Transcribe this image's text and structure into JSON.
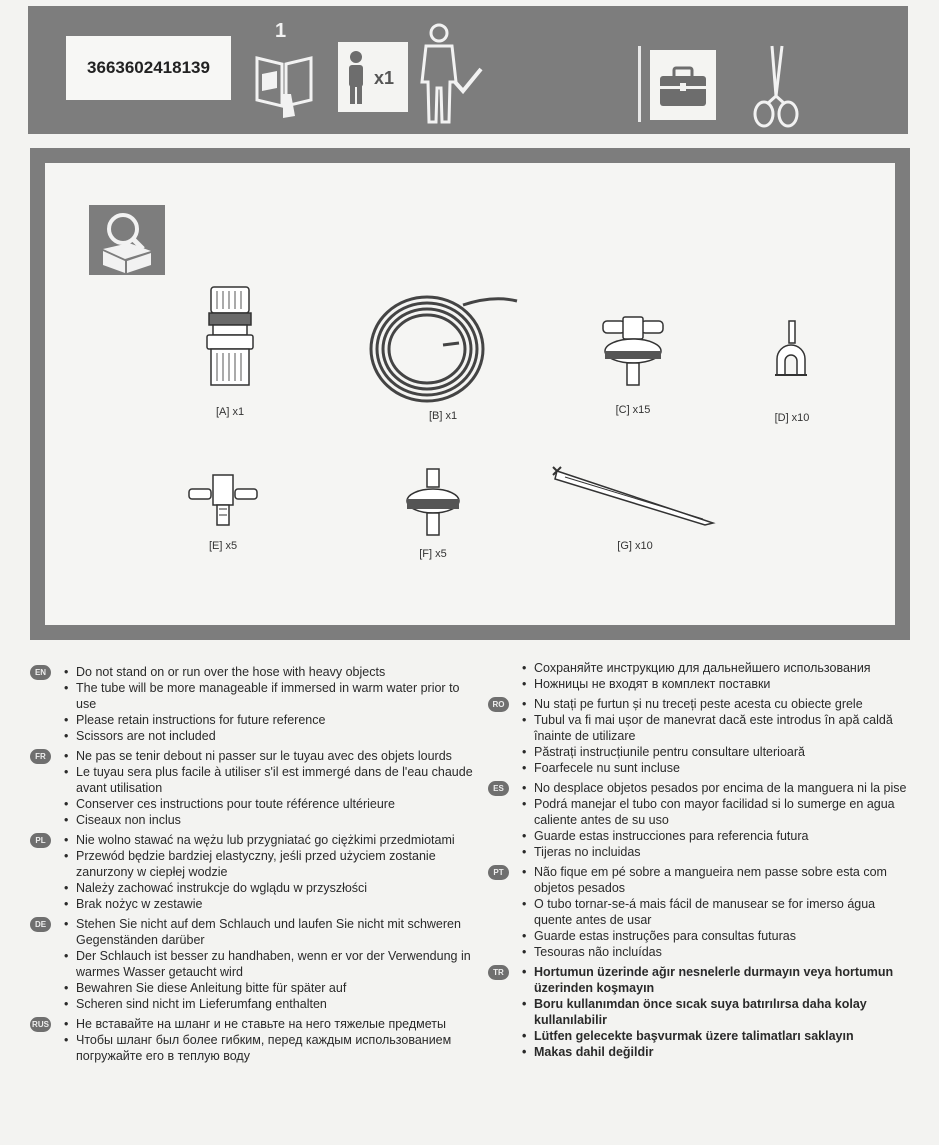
{
  "header": {
    "barcode": "3663602418139",
    "step_number": "1",
    "persons_count": "x1"
  },
  "parts": [
    {
      "label": "[A] x1",
      "icon": "hose-connector-icon"
    },
    {
      "label": "[B] x1",
      "icon": "coiled-tube-icon"
    },
    {
      "label": "[C] x15",
      "icon": "dripper-icon"
    },
    {
      "label": "[D] x10",
      "icon": "tube-clip-icon"
    },
    {
      "label": "[E] x5",
      "icon": "tee-connector-icon"
    },
    {
      "label": "[F] x5",
      "icon": "inline-dripper-icon"
    },
    {
      "label": "[G] x10",
      "icon": "ground-stake-icon"
    }
  ],
  "instructions": {
    "en": {
      "badge": "EN",
      "items": [
        "Do not stand on or run over the hose with heavy objects",
        "The tube will be more manageable if immersed in warm water prior to use",
        "Please retain instructions for future reference",
        "Scissors are not included"
      ]
    },
    "fr": {
      "badge": "FR",
      "items": [
        "Ne pas se tenir debout ni passer sur le tuyau avec des objets lourds",
        "Le tuyau sera plus facile à utiliser s'il est immergé dans de l'eau chaude avant utilisation",
        "Conserver ces instructions pour toute référence ultérieure",
        "Ciseaux non inclus"
      ]
    },
    "pl": {
      "badge": "PL",
      "items": [
        "Nie wolno stawać na wężu lub przygniatać go ciężkimi przedmiotami",
        "Przewód będzie bardziej elastyczny, jeśli przed użyciem zostanie zanurzony w ciepłej wodzie",
        "Należy zachować instrukcje do wglądu w przyszłości",
        "Brak nożyc w zestawie"
      ]
    },
    "de": {
      "badge": "DE",
      "items": [
        "Stehen Sie nicht auf dem Schlauch und laufen Sie nicht mit schweren Gegenständen darüber",
        "Der Schlauch ist besser zu handhaben, wenn er vor der Verwendung in warmes Wasser getaucht wird",
        "Bewahren Sie diese Anleitung bitte für später auf",
        "Scheren sind nicht im Lieferumfang enthalten"
      ]
    },
    "ru": {
      "badge": "RUS",
      "items": [
        "Не вставайте на шланг и не ставьте на него тяжелые предметы",
        "Чтобы шланг был более гибким, перед каждым использованием погружайте его в теплую воду"
      ]
    },
    "ru_cont": {
      "items": [
        "Сохраняйте инструкцию для дальнейшего использования",
        "Ножницы не входят в комплект поставки"
      ]
    },
    "ro": {
      "badge": "RO",
      "items": [
        "Nu stați pe furtun și nu treceți peste acesta cu obiecte grele",
        "Tubul va fi mai ușor de manevrat dacă este introdus în apă caldă înainte de utilizare",
        "Păstrați instrucțiunile pentru consultare ulterioară",
        "Foarfecele nu sunt incluse"
      ]
    },
    "es": {
      "badge": "ES",
      "items": [
        "No desplace objetos pesados por encima de la manguera ni la pise",
        "Podrá manejar el tubo con mayor facilidad si lo sumerge en agua caliente antes de su uso",
        "Guarde estas instrucciones para referencia futura",
        "Tijeras no incluidas"
      ]
    },
    "pt": {
      "badge": "PT",
      "items": [
        "Não fique em pé sobre a mangueira nem passe sobre esta com objetos pesados",
        "O tubo tornar-se-á mais fácil de manusear se for imerso água quente antes de usar",
        "Guarde estas instruções para consultas futuras",
        "Tesouras não incluídas"
      ]
    },
    "tr": {
      "badge": "TR",
      "items": [
        "Hortumun üzerinde ağır nesnelerle durmayın veya hortumun üzerinden koşmayın",
        "Boru kullanımdan önce sıcak suya batırılırsa daha kolay kullanılabilir",
        "Lütfen gelecekte başvurmak üzere talimatları saklayın",
        "Makas dahil değildir"
      ]
    }
  }
}
